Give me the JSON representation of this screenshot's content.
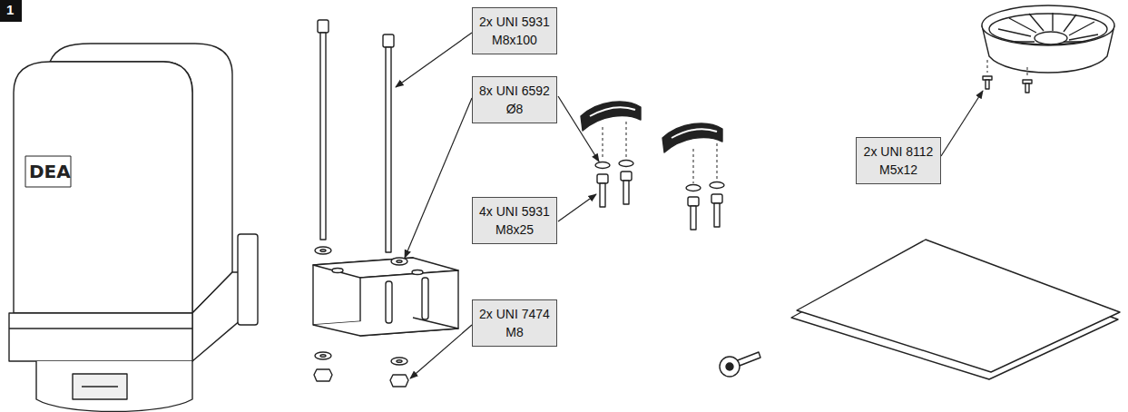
{
  "diagram": {
    "nodes": [
      {
        "text": [
          "2x UNI 5931 M8x100"
        ]
      },
      {
        "text": [
          "8x UNI 6592 Ø8"
        ]
      },
      {
        "text": [
          "2x UNI 8112 M5x12"
        ]
      },
      {
        "text": [
          "4x UNI 5931 M8x25"
        ]
      },
      {
        "text": [
          "2x UNI 7474 M8"
        ]
      }
    ],
    "labels": [
      "1",
      "DEA"
    ]
  }
}
